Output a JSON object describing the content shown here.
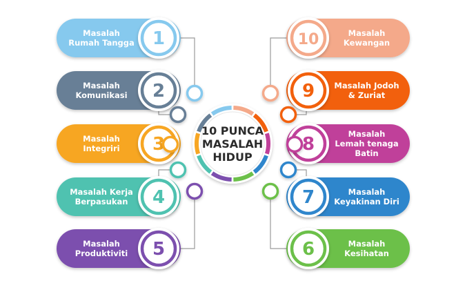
{
  "center": {
    "title_lines": [
      "10 PUNCA",
      "MASALAH",
      "HIDUP"
    ]
  },
  "items": [
    {
      "number": "1",
      "lines": [
        "Masalah",
        "Rumah Tangga"
      ],
      "color": "#86c9ee",
      "side": "left"
    },
    {
      "number": "2",
      "lines": [
        "Masalah",
        "Komunikasi"
      ],
      "color": "#677f96",
      "side": "left"
    },
    {
      "number": "3",
      "lines": [
        "Masalah",
        "Integriri"
      ],
      "color": "#f7a623",
      "side": "left"
    },
    {
      "number": "4",
      "lines": [
        "Masalah Kerja",
        "Berpasukan"
      ],
      "color": "#4fc2b0",
      "side": "left"
    },
    {
      "number": "5",
      "lines": [
        "Masalah",
        "Produktiviti"
      ],
      "color": "#7c4fae",
      "side": "left"
    },
    {
      "number": "10",
      "lines": [
        "Masalah",
        "Kewangan"
      ],
      "color": "#f4a98a",
      "side": "right"
    },
    {
      "number": "9",
      "lines": [
        "Masalah Jodoh",
        "& Zuriat"
      ],
      "color": "#f2600c",
      "side": "right"
    },
    {
      "number": "8",
      "lines": [
        "Masalah",
        "Lemah tenaga",
        "Batin"
      ],
      "color": "#c0409a",
      "side": "right"
    },
    {
      "number": "7",
      "lines": [
        "Masalah",
        "Keyakinan Diri"
      ],
      "color": "#2f86cc",
      "side": "right"
    },
    {
      "number": "6",
      "lines": [
        "Masalah",
        "Kesihatan"
      ],
      "color": "#6cc04a",
      "side": "right"
    }
  ]
}
